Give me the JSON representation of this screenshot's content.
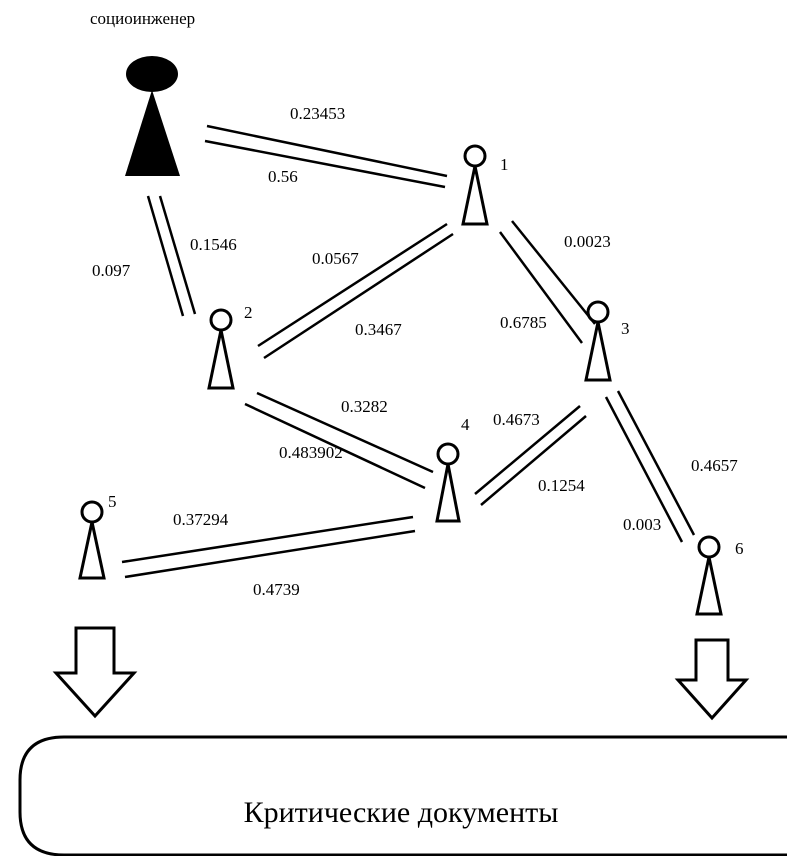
{
  "title": "социоинженер",
  "nodes": [
    {
      "id": "engineer",
      "label": ""
    },
    {
      "id": "1",
      "label": "1"
    },
    {
      "id": "2",
      "label": "2"
    },
    {
      "id": "3",
      "label": "3"
    },
    {
      "id": "4",
      "label": "4"
    },
    {
      "id": "5",
      "label": "5"
    },
    {
      "id": "6",
      "label": "6"
    }
  ],
  "edges": [
    {
      "from": "engineer",
      "to": "1",
      "weights": [
        "0.23453",
        "0.56"
      ]
    },
    {
      "from": "engineer",
      "to": "2",
      "weights": [
        "0.1546",
        "0.097"
      ]
    },
    {
      "from": "2",
      "to": "1",
      "weights": [
        "0.0567",
        "0.3467"
      ]
    },
    {
      "from": "1",
      "to": "3",
      "weights": [
        "0.0023",
        "0.6785"
      ]
    },
    {
      "from": "2",
      "to": "4",
      "weights": [
        "0.3282",
        "0.483902"
      ]
    },
    {
      "from": "4",
      "to": "3",
      "weights": [
        "0.4673",
        "0.1254"
      ]
    },
    {
      "from": "3",
      "to": "6",
      "weights": [
        "0.4657",
        "0.003"
      ]
    },
    {
      "from": "4",
      "to": "5",
      "weights": [
        "0.37294",
        "0.4739"
      ]
    }
  ],
  "target": {
    "label": "Критические документы"
  }
}
